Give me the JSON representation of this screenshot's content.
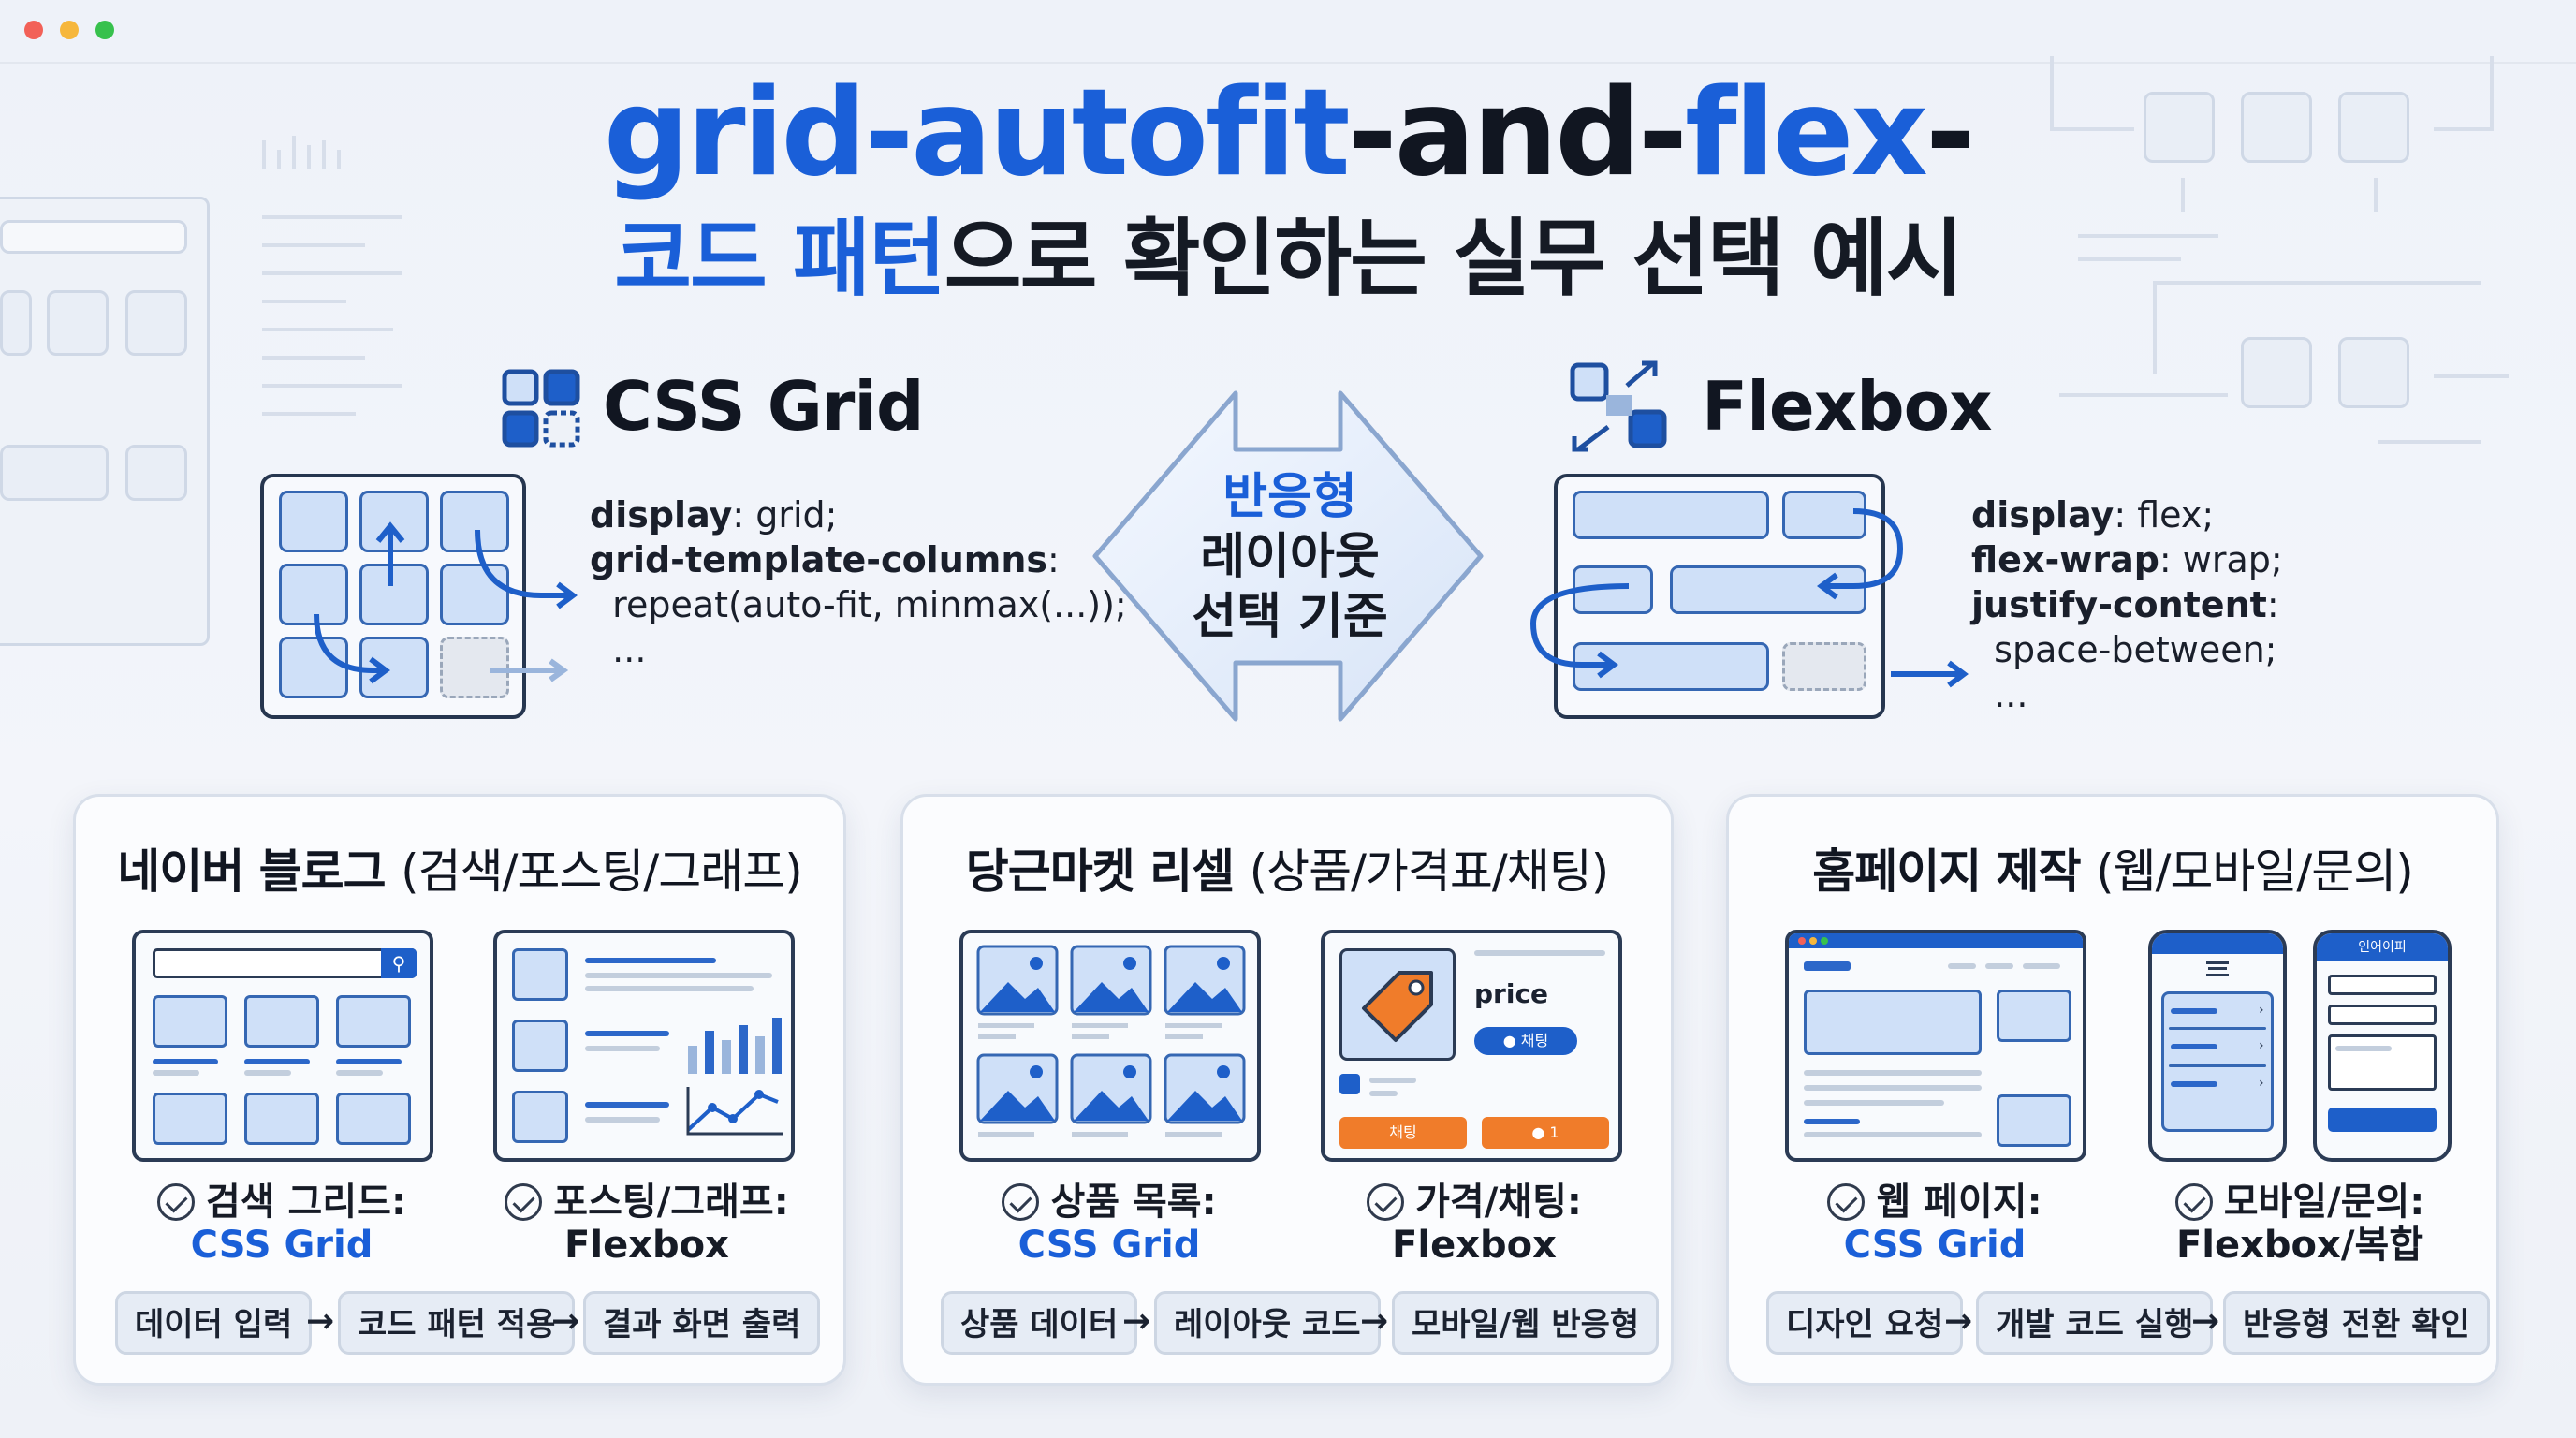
{
  "title": {
    "part1": "grid-autofit",
    "part2": "-and-",
    "part3": "flex",
    "part4": "-"
  },
  "subtitle": {
    "blue": "코드 패턴",
    "rest": "으로 확인하는 실무 선택 예시"
  },
  "grid_section": {
    "heading": "CSS Grid",
    "code": [
      {
        "key": "display",
        "value": ": grid;"
      },
      {
        "key": "grid-template-columns",
        "value": ":"
      },
      {
        "key": "",
        "value": "  repeat(auto-fit, minmax(...));"
      },
      {
        "key": "",
        "value": "  ..."
      }
    ]
  },
  "flex_section": {
    "heading": "Flexbox",
    "code": [
      {
        "key": "display",
        "value": ": flex;"
      },
      {
        "key": "flex-wrap",
        "value": ": wrap;"
      },
      {
        "key": "justify-content",
        "value": ":"
      },
      {
        "key": "",
        "value": "  space-between;"
      },
      {
        "key": "",
        "value": "  ..."
      }
    ]
  },
  "center": {
    "line1": "반응형",
    "line2": "레이아웃",
    "line3": "선택 기준"
  },
  "cards": [
    {
      "title": "네이버 블로그",
      "paren": "(검색/포스팅/그래프)",
      "left_label": "검색 그리드:",
      "left_value": "CSS Grid",
      "right_label": "포스팅/그래프:",
      "right_value": "Flexbox",
      "steps": [
        "데이터 입력",
        "코드 패턴 적용",
        "결과 화면 출력"
      ]
    },
    {
      "title": "당근마켓 리셀",
      "paren": "(상품/가격표/채팅)",
      "left_label": "상품 목록:",
      "left_value": "CSS Grid",
      "right_label": "가격/채팅:",
      "right_value": "Flexbox",
      "steps": [
        "상품 데이터",
        "레이아웃 코드",
        "모바일/웹 반응형"
      ],
      "thumb_price": "price",
      "thumb_chat": "채팅",
      "thumb_btn1": "채팅",
      "thumb_btn2": "1"
    },
    {
      "title": "홈페이지 제작",
      "paren": "(웹/모바일/문의)",
      "left_label": "웹 페이지:",
      "left_value": "CSS Grid",
      "right_label": "모바일/문의:",
      "right_value": "Flexbox/복합",
      "steps": [
        "디자인 요청",
        "개발 코드 실행",
        "반응형 전환 확인"
      ],
      "thumb_header": "인어이피"
    }
  ],
  "arrow_glyph": "→",
  "colors": {
    "accent": "#1a5fd8",
    "orange": "#f07c2a",
    "cell": "#cfe0f8"
  }
}
